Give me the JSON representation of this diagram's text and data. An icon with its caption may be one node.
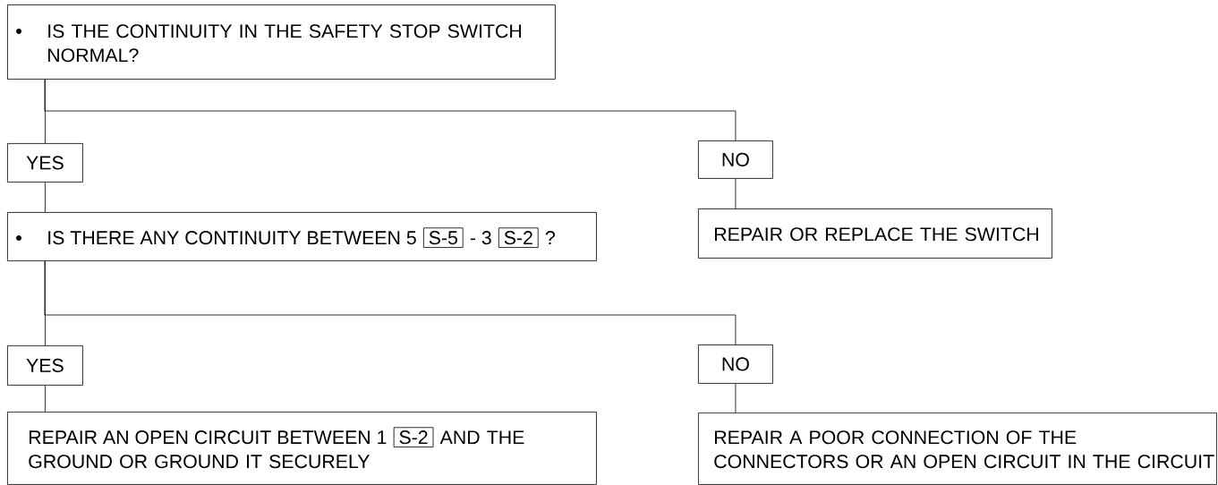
{
  "diagram": {
    "nodes": [
      {
        "text": [
          "IS THE CONTINUITY IN THE SAFETY STOP SWITCH NORMAL?"
        ]
      },
      {
        "text": [
          "YES"
        ]
      },
      {
        "text": [
          "NO"
        ]
      },
      {
        "text": [
          "IS THERE ANY CONTINUITY BETWEEN 5",
          "- 3",
          "?"
        ]
      },
      {
        "text": [
          "S-5"
        ],
        "in": 3
      },
      {
        "text": [
          "S-2"
        ],
        "in": 3
      },
      {
        "text": [
          "REPAIR OR REPLACE THE SWITCH"
        ]
      },
      {
        "text": [
          "YES"
        ]
      },
      {
        "text": [
          "NO"
        ]
      },
      {
        "text": [
          "REPAIR AN OPEN CIRCUIT BETWEEN 1",
          "AND THE GROUND OR GROUND IT SECURELY"
        ]
      },
      {
        "text": [
          "S-2"
        ],
        "in": 9
      },
      {
        "text": [
          "REPAIR A POOR CONNECTION OF THE CONNECTORS OR AN OPEN CIRCUIT IN THE CIRCUIT"
        ]
      }
    ],
    "edges": [
      {
        "from": 0,
        "to": 1,
        "arrow": "none"
      },
      {
        "from": 0,
        "to": 2,
        "arrow": "none"
      },
      {
        "from": 1,
        "to": 3,
        "arrow": "none"
      },
      {
        "from": 2,
        "to": 6,
        "arrow": "none"
      },
      {
        "from": 3,
        "to": 7,
        "arrow": "none"
      },
      {
        "from": 3,
        "to": 8,
        "arrow": "none"
      },
      {
        "from": 7,
        "to": 9,
        "arrow": "none"
      },
      {
        "from": 8,
        "to": 11,
        "arrow": "none"
      }
    ]
  }
}
